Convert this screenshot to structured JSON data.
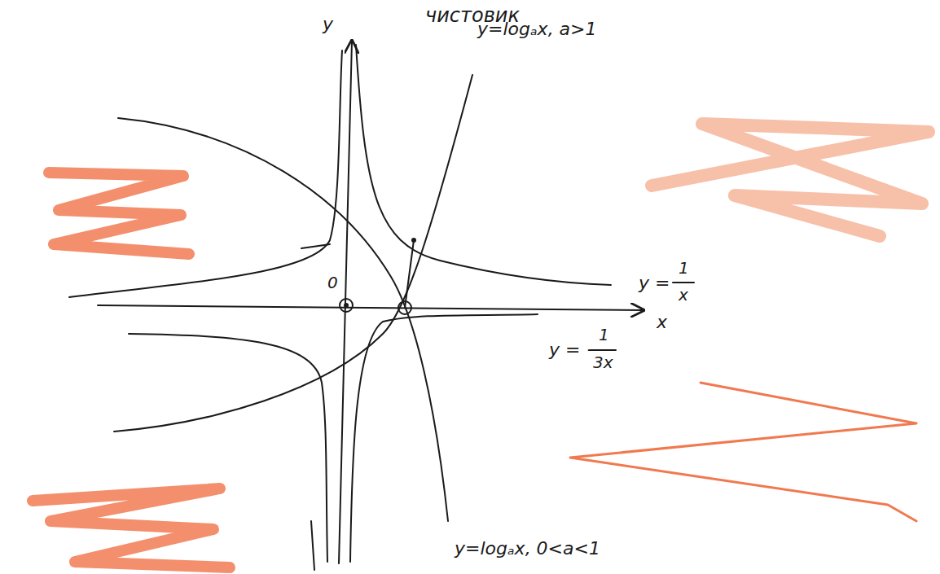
{
  "diagram": {
    "labels": [
      "чистовик",
      "y",
      "x",
      "0",
      "y=logₐx, a>1",
      "y =",
      "1",
      "x",
      "y = −",
      "1",
      "3x",
      "y=logₐx, 0<a<1"
    ]
  }
}
